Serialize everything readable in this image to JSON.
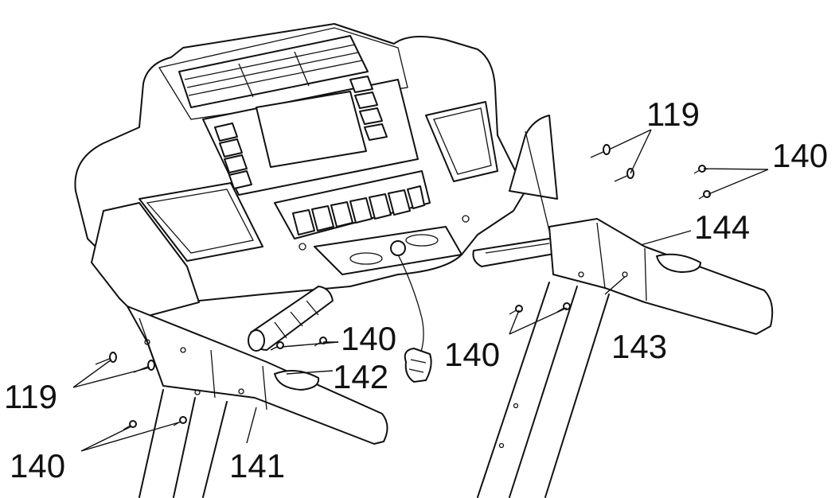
{
  "callouts": {
    "c119_top": "119",
    "c140_top_right": "140",
    "c144": "144",
    "c140_mid_right": "140",
    "c143": "143",
    "c140_center": "140",
    "c142": "142",
    "c119_left": "119",
    "c140_bottom_left": "140",
    "c141": "141"
  }
}
